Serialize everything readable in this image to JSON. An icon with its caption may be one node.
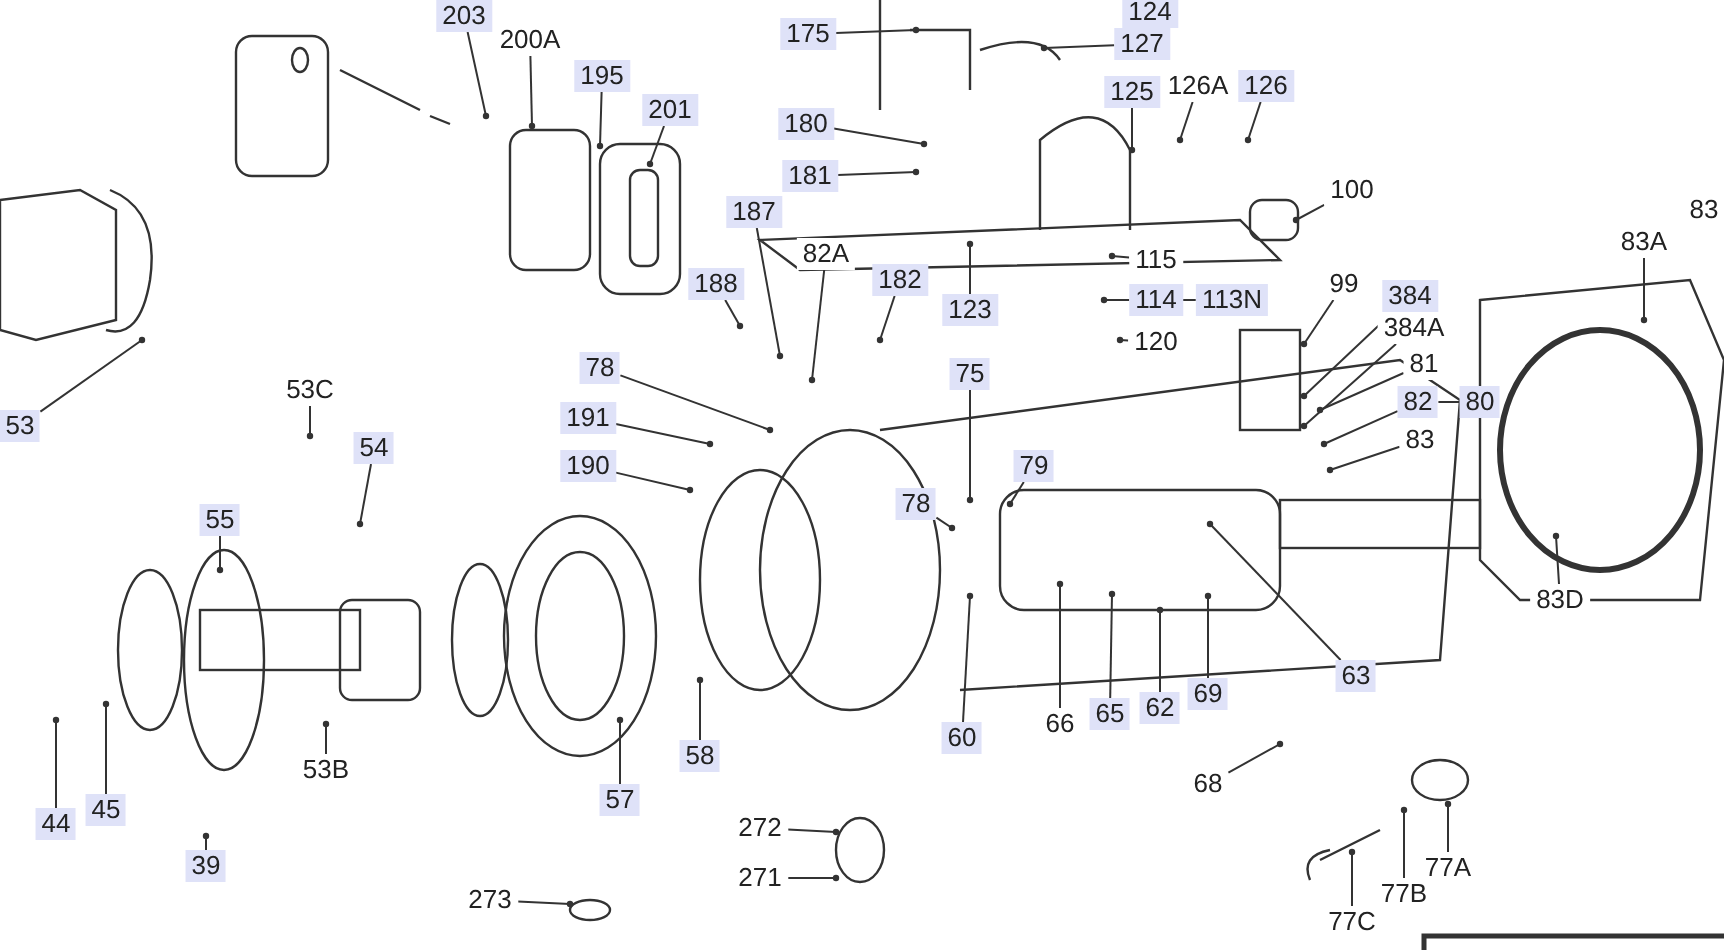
{
  "diagram": {
    "nodes": [
      {
        "text": [
          "203"
        ]
      },
      {
        "text": [
          "200A"
        ]
      },
      {
        "text": [
          "195"
        ]
      },
      {
        "text": [
          "201"
        ]
      },
      {
        "text": [
          "175"
        ]
      },
      {
        "text": [
          "127"
        ]
      },
      {
        "text": [
          "180"
        ]
      },
      {
        "text": [
          "181"
        ]
      },
      {
        "text": [
          "125"
        ]
      },
      {
        "text": [
          "126A"
        ]
      },
      {
        "text": [
          "126"
        ]
      },
      {
        "text": [
          "100"
        ]
      },
      {
        "text": [
          "187"
        ]
      },
      {
        "text": [
          "82A"
        ]
      },
      {
        "text": [
          "188"
        ]
      },
      {
        "text": [
          "182"
        ]
      },
      {
        "text": [
          "123"
        ]
      },
      {
        "text": [
          "115"
        ]
      },
      {
        "text": [
          "114"
        ]
      },
      {
        "text": [
          "113N"
        ]
      },
      {
        "text": [
          "120"
        ]
      },
      {
        "text": [
          "99"
        ]
      },
      {
        "text": [
          "384"
        ]
      },
      {
        "text": [
          "384A"
        ]
      },
      {
        "text": [
          "81"
        ]
      },
      {
        "text": [
          "82"
        ]
      },
      {
        "text": [
          "80"
        ]
      },
      {
        "text": [
          "83"
        ]
      },
      {
        "text": [
          "83A"
        ]
      },
      {
        "text": [
          "78"
        ]
      },
      {
        "text": [
          "75"
        ]
      },
      {
        "text": [
          "191"
        ]
      },
      {
        "text": [
          "53C"
        ]
      },
      {
        "text": [
          "53"
        ]
      },
      {
        "text": [
          "54"
        ]
      },
      {
        "text": [
          "190"
        ]
      },
      {
        "text": [
          "79"
        ]
      },
      {
        "text": [
          "78"
        ]
      },
      {
        "text": [
          "55"
        ]
      },
      {
        "text": [
          "83D"
        ]
      },
      {
        "text": [
          "63"
        ]
      },
      {
        "text": [
          "66"
        ]
      },
      {
        "text": [
          "65"
        ]
      },
      {
        "text": [
          "62"
        ]
      },
      {
        "text": [
          "69"
        ]
      },
      {
        "text": [
          "60"
        ]
      },
      {
        "text": [
          "58"
        ]
      },
      {
        "text": [
          "53B"
        ]
      },
      {
        "text": [
          "68"
        ]
      },
      {
        "text": [
          "57"
        ]
      },
      {
        "text": [
          "45"
        ]
      },
      {
        "text": [
          "44"
        ]
      },
      {
        "text": [
          "272"
        ]
      },
      {
        "text": [
          "77A"
        ]
      },
      {
        "text": [
          "39"
        ]
      },
      {
        "text": [
          "271"
        ]
      },
      {
        "text": [
          "273"
        ]
      },
      {
        "text": [
          "77B"
        ]
      },
      {
        "text": [
          "77C"
        ]
      },
      {
        "text": [
          "124"
        ]
      },
      {
        "text": [
          "83"
        ]
      }
    ],
    "edges": [
      {
        "from": 0,
        "to": null,
        "arrow": "other"
      },
      {
        "from": 1,
        "to": null,
        "arrow": "other"
      },
      {
        "from": 2,
        "to": null,
        "arrow": "other"
      },
      {
        "from": 3,
        "to": null,
        "arrow": "other"
      },
      {
        "from": 4,
        "to": null,
        "arrow": "other"
      },
      {
        "from": 5,
        "to": null,
        "arrow": "other"
      },
      {
        "from": 6,
        "to": null,
        "arrow": "other"
      },
      {
        "from": 7,
        "to": null,
        "arrow": "other"
      },
      {
        "from": 8,
        "to": null,
        "arrow": "other"
      },
      {
        "from": 9,
        "to": null,
        "arrow": "other"
      },
      {
        "from": 10,
        "to": null,
        "arrow": "other"
      },
      {
        "from": 11,
        "to": null,
        "arrow": "other"
      },
      {
        "from": 12,
        "to": null,
        "arrow": "other"
      },
      {
        "from": 13,
        "to": null,
        "arrow": "other"
      },
      {
        "from": 14,
        "to": null,
        "arrow": "other"
      },
      {
        "from": 15,
        "to": null,
        "arrow": "other"
      },
      {
        "from": 16,
        "to": null,
        "arrow": "other"
      },
      {
        "from": 17,
        "to": null,
        "arrow": "other"
      },
      {
        "from": 18,
        "to": null,
        "arrow": "other"
      },
      {
        "from": 19,
        "to": 18,
        "arrow": "none"
      },
      {
        "from": 20,
        "to": null,
        "arrow": "other"
      },
      {
        "from": 21,
        "to": null,
        "arrow": "other"
      },
      {
        "from": 22,
        "to": null,
        "arrow": "other"
      },
      {
        "from": 23,
        "to": null,
        "arrow": "other"
      },
      {
        "from": 24,
        "to": null,
        "arrow": "other"
      },
      {
        "from": 25,
        "to": null,
        "arrow": "other"
      },
      {
        "from": 26,
        "to": 25,
        "arrow": "none"
      },
      {
        "from": 27,
        "to": null,
        "arrow": "other"
      },
      {
        "from": 28,
        "to": null,
        "arrow": "other"
      },
      {
        "from": 29,
        "to": null,
        "arrow": "other"
      },
      {
        "from": 30,
        "to": null,
        "arrow": "other"
      },
      {
        "from": 31,
        "to": null,
        "arrow": "other"
      },
      {
        "from": 32,
        "to": null,
        "arrow": "other"
      },
      {
        "from": 33,
        "to": null,
        "arrow": "other"
      },
      {
        "from": 34,
        "to": null,
        "arrow": "other"
      },
      {
        "from": 35,
        "to": null,
        "arrow": "other"
      },
      {
        "from": 36,
        "to": null,
        "arrow": "other"
      },
      {
        "from": 37,
        "to": null,
        "arrow": "other"
      },
      {
        "from": 38,
        "to": null,
        "arrow": "other"
      },
      {
        "from": 39,
        "to": null,
        "arrow": "other"
      },
      {
        "from": 40,
        "to": null,
        "arrow": "other"
      },
      {
        "from": 41,
        "to": null,
        "arrow": "other"
      },
      {
        "from": 42,
        "to": null,
        "arrow": "other"
      },
      {
        "from": 43,
        "to": null,
        "arrow": "other"
      },
      {
        "from": 44,
        "to": null,
        "arrow": "other"
      },
      {
        "from": 45,
        "to": null,
        "arrow": "other"
      },
      {
        "from": 46,
        "to": null,
        "arrow": "other"
      },
      {
        "from": 47,
        "to": null,
        "arrow": "other"
      },
      {
        "from": 48,
        "to": null,
        "arrow": "other"
      },
      {
        "from": 49,
        "to": null,
        "arrow": "other"
      },
      {
        "from": 50,
        "to": null,
        "arrow": "other"
      },
      {
        "from": 51,
        "to": null,
        "arrow": "other"
      },
      {
        "from": 52,
        "to": null,
        "arrow": "other"
      },
      {
        "from": 53,
        "to": null,
        "arrow": "other"
      },
      {
        "from": 54,
        "to": null,
        "arrow": "other"
      },
      {
        "from": 55,
        "to": null,
        "arrow": "other"
      },
      {
        "from": 56,
        "to": null,
        "arrow": "other"
      },
      {
        "from": 57,
        "to": null,
        "arrow": "other"
      },
      {
        "from": 58,
        "to": null,
        "arrow": "other"
      }
    ]
  }
}
